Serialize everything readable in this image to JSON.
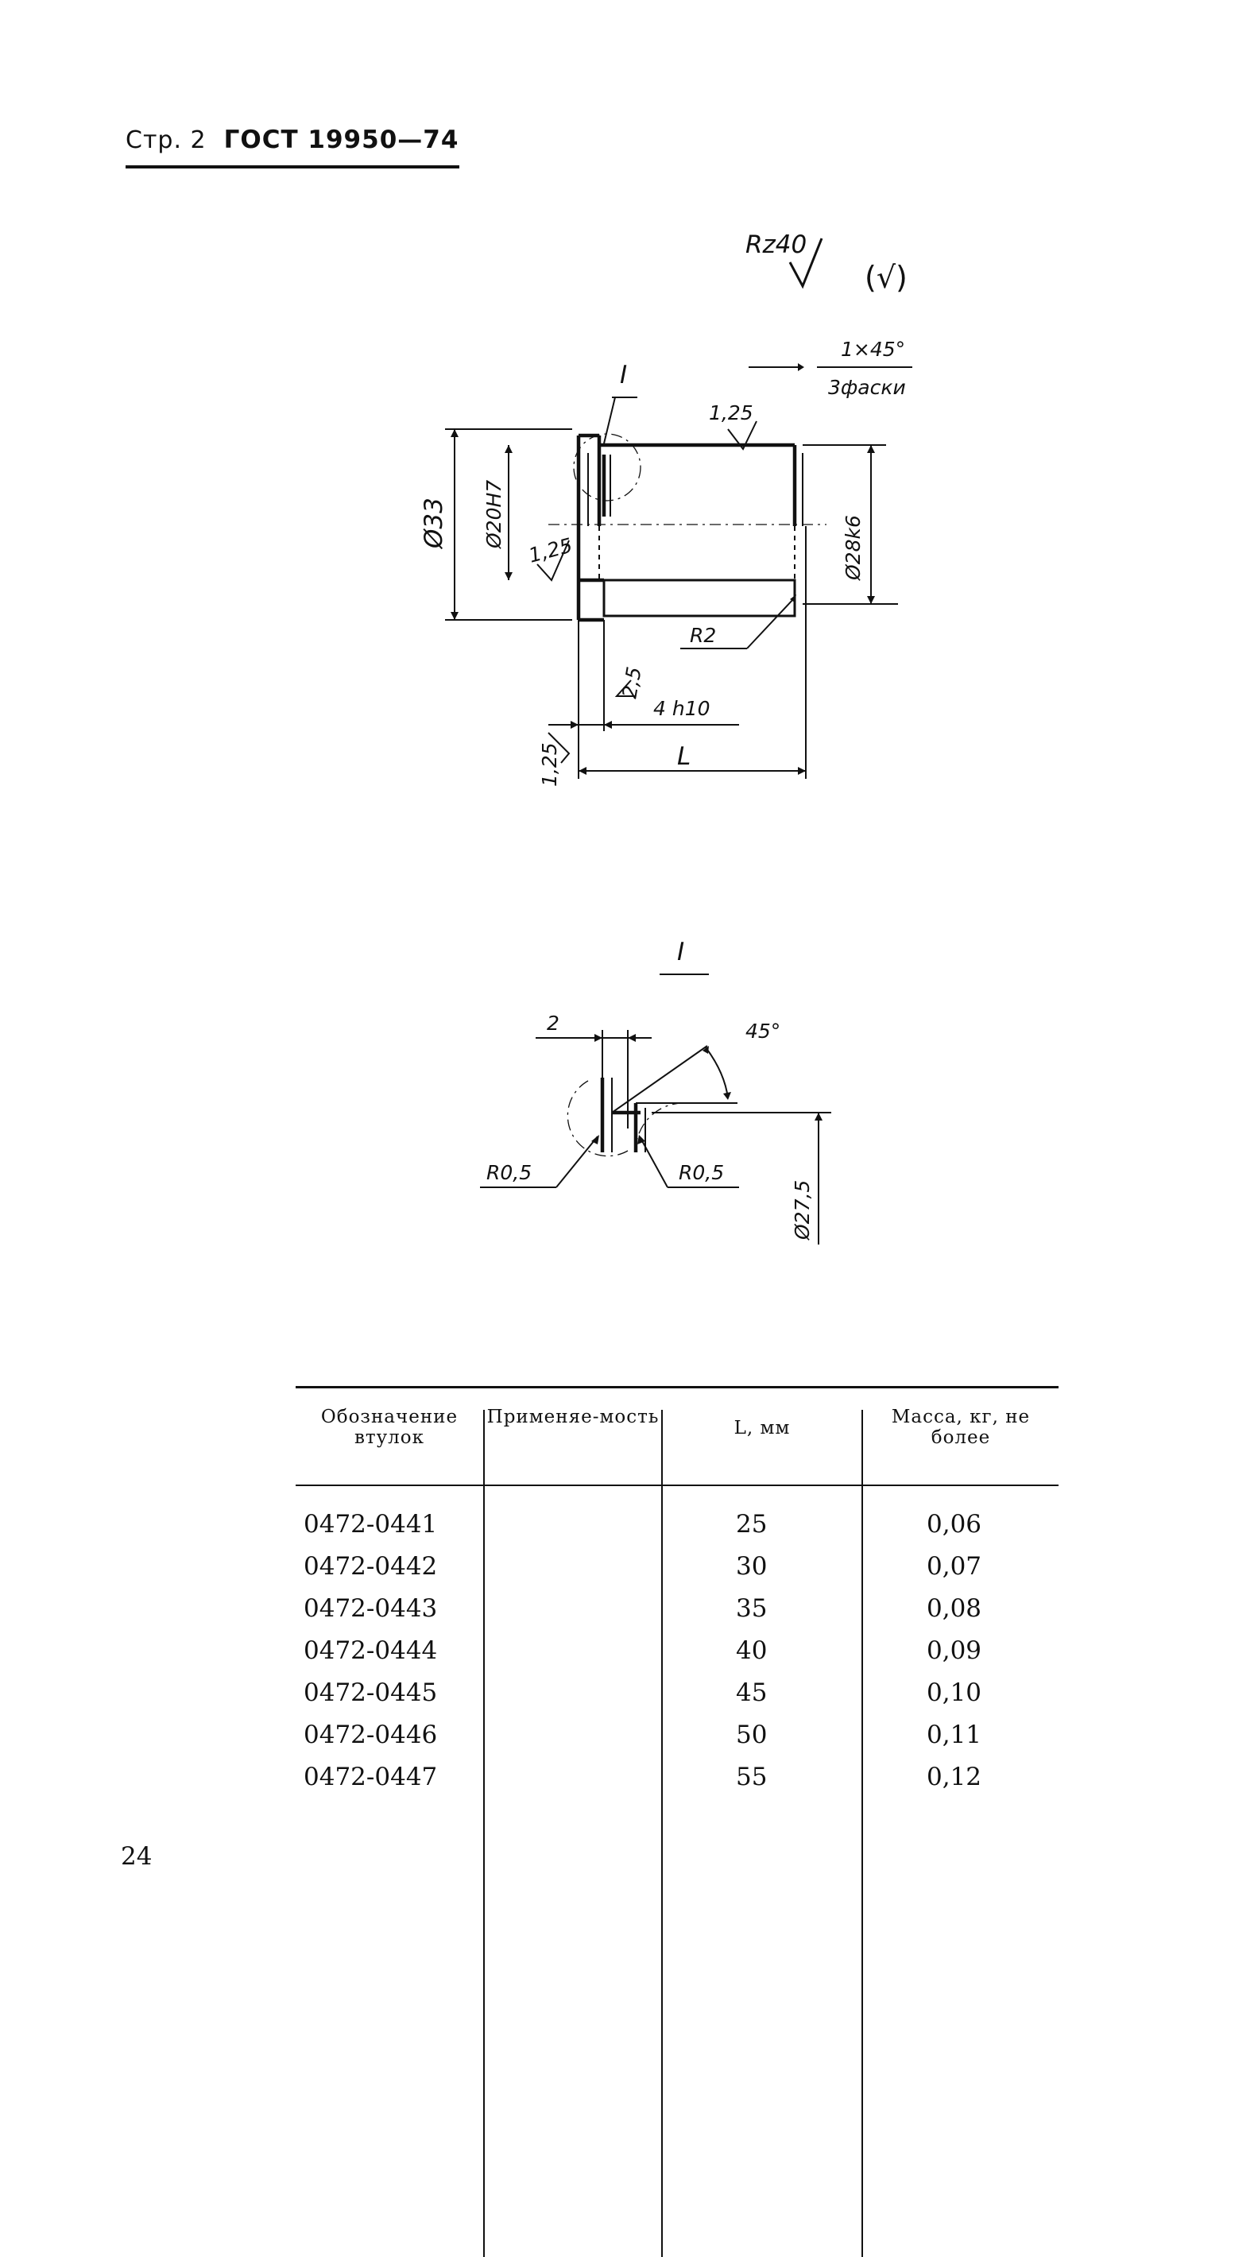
{
  "header": {
    "page_label": "Стр. 2",
    "standard": "ГОСТ 19950—74"
  },
  "drawing": {
    "roughness_main": "Rz40",
    "roughness_rest": "(√)",
    "chamfer": "1×45°",
    "chamfer_note": "3фаски",
    "detail_ref": "I",
    "roughness_125_a": "1,25",
    "roughness_125_b": "1,25",
    "roughness_125_c": "1,25",
    "roughness_25": "2,5",
    "dia_outer": "Ø33",
    "dia_bore": "Ø20Н7",
    "dia_body": "Ø28k6",
    "radius": "R2",
    "collar": "4 h10",
    "length": "L"
  },
  "detail": {
    "title": "I",
    "dim_width": "2",
    "angle": "45°",
    "radius_left": "R0,5",
    "radius_right": "R0,5",
    "dia": "Ø27,5"
  },
  "table": {
    "headers": [
      "Обозначение втулок",
      "Применяе-мость",
      "L, мм",
      "Масса, кг, не более"
    ],
    "rows": [
      [
        "0472-0441",
        "",
        "25",
        "0,06"
      ],
      [
        "0472-0442",
        "",
        "30",
        "0,07"
      ],
      [
        "0472-0443",
        "",
        "35",
        "0,08"
      ],
      [
        "0472-0444",
        "",
        "40",
        "0,09"
      ],
      [
        "0472-0445",
        "",
        "45",
        "0,10"
      ],
      [
        "0472-0446",
        "",
        "50",
        "0,11"
      ],
      [
        "0472-0447",
        "",
        "55",
        "0,12"
      ]
    ]
  },
  "page_number": "24"
}
